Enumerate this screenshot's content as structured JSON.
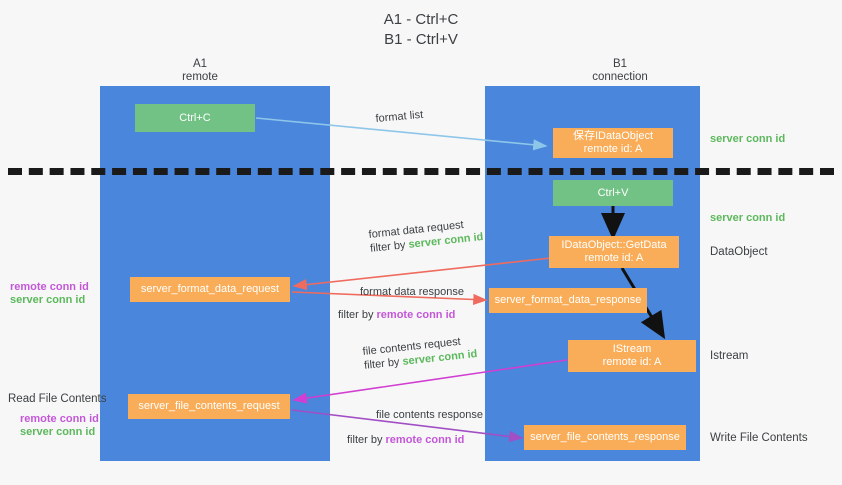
{
  "title": {
    "line1": "A1 - Ctrl+C",
    "line2": "B1 - Ctrl+V"
  },
  "lanes": [
    {
      "id": "a1",
      "name": "A1",
      "sub": "remote"
    },
    {
      "id": "b1",
      "name": "B1",
      "sub": "connection"
    }
  ],
  "nodes": {
    "ctrl_c": {
      "label": "Ctrl+C"
    },
    "ctrl_v": {
      "label": "Ctrl+V"
    },
    "idataobject": {
      "label": "保存IDataObject",
      "sub": "remote id: A"
    },
    "getdata": {
      "label": "IDataObject::GetData",
      "sub": "remote id: A"
    },
    "istream": {
      "label": "IStream",
      "sub": "remote id: A"
    },
    "fmt_req": {
      "label": "server_format_data_request"
    },
    "fmt_resp": {
      "label": "server_format_data_response"
    },
    "file_req": {
      "label": "server_file_contents_request"
    },
    "file_resp": {
      "label": "server_file_contents_response"
    }
  },
  "edges": {
    "format_list": {
      "label": "format list"
    },
    "format_data_request": {
      "label": "format data request",
      "filter_prefix": "filter by ",
      "filter_key": "server conn id"
    },
    "format_data_response": {
      "label": "format data response",
      "filter_prefix": "filter by ",
      "filter_key": "remote conn id"
    },
    "file_contents_request": {
      "label": "file contents request",
      "filter_prefix": "filter by ",
      "filter_key": "server conn id"
    },
    "file_contents_response": {
      "label": "file contents response",
      "filter_prefix": "filter by ",
      "filter_key": "remote conn id"
    }
  },
  "right_labels": {
    "server_conn_id_top": "server conn id",
    "server_conn_id_mid": "server conn id",
    "dataobject": "DataObject",
    "istream": "Istream",
    "write_file_contents": "Write File Contents"
  },
  "left_labels": {
    "remote_conn_id_1": "remote conn id",
    "server_conn_id_1": "server conn id",
    "read_file_contents": "Read File Contents",
    "remote_conn_id_2": "remote conn id",
    "server_conn_id_2": "server conn id"
  },
  "colors": {
    "lane": "#4a86dc",
    "green_node": "#72c285",
    "orange_node": "#f9ad58",
    "server_conn_id": "#5cb85c",
    "remote_conn_id": "#c457d8",
    "arrow_blue": "#8ec6ea",
    "arrow_red": "#ef6b5e",
    "arrow_magenta": "#d13ed1",
    "arrow_purple": "#a24ec4",
    "arrow_black": "#111111",
    "background": "#f7f7f7"
  }
}
